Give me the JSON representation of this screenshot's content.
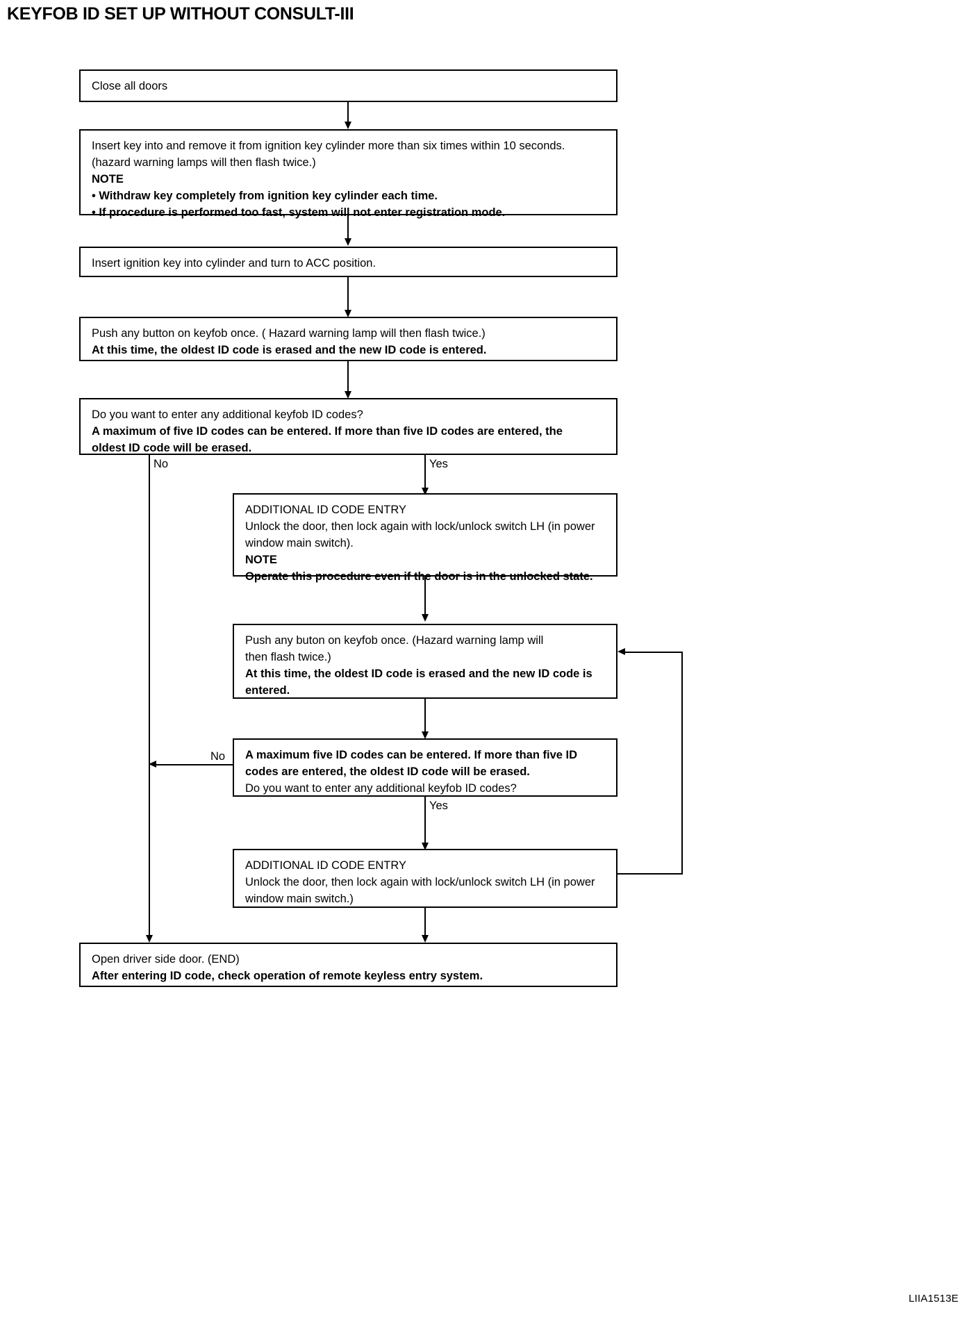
{
  "document": {
    "title": "KEYFOB ID SET UP WITHOUT CONSULT-III",
    "figure_code": "LIIA1513E"
  },
  "flowchart": {
    "type": "flowchart",
    "nodes": [
      {
        "id": "close-doors",
        "lines": [
          {
            "text": "Close all doors",
            "bold": false
          }
        ]
      },
      {
        "id": "insert-remove-key",
        "lines": [
          {
            "text": "Insert key into and remove it from ignition key cylinder more than six times within 10 seconds.",
            "bold": false
          },
          {
            "text": "(hazard warning lamps will then flash twice.)",
            "bold": false
          },
          {
            "text": "NOTE",
            "bold": true
          },
          {
            "text": "• Withdraw key completely from ignition key cylinder each time.",
            "bold": true
          },
          {
            "text": "• If procedure is performed too fast, system will not enter registration mode.",
            "bold": true
          }
        ]
      },
      {
        "id": "turn-acc",
        "lines": [
          {
            "text": "Insert ignition key into cylinder and turn to ACC position.",
            "bold": false
          }
        ]
      },
      {
        "id": "push-button-first",
        "lines": [
          {
            "text": "Push any button on keyfob once. ( Hazard warning lamp will then flash twice.)",
            "bold": false
          },
          {
            "text": "At this time, the oldest ID code is erased and the new ID code is entered.",
            "bold": true
          }
        ]
      },
      {
        "id": "decision-first",
        "lines": [
          {
            "text": "Do you want to enter any additional keyfob ID codes?",
            "bold": false
          },
          {
            "text": "A maximum of five ID codes can be entered. If more than five ID codes are entered, the",
            "bold": true
          },
          {
            "text": "oldest ID code will be erased.",
            "bold": true
          }
        ]
      },
      {
        "id": "additional-entry-first",
        "lines": [
          {
            "text": "ADDITIONAL ID CODE ENTRY",
            "bold": false
          },
          {
            "text": "Unlock the door, then lock again with lock/unlock switch LH (in power",
            "bold": false
          },
          {
            "text": "window main switch).",
            "bold": false
          },
          {
            "text": "NOTE",
            "bold": true
          },
          {
            "text": "Operate this procedure even if the door is in the unlocked state.",
            "bold": true
          }
        ]
      },
      {
        "id": "push-button-second",
        "lines": [
          {
            "text": "Push any buton on keyfob once. (Hazard warning lamp will",
            "bold": false
          },
          {
            "text": "then flash twice.)",
            "bold": false
          },
          {
            "text": "At this time, the oldest ID code is erased and the new ID code is",
            "bold": true
          },
          {
            "text": "entered.",
            "bold": true
          }
        ]
      },
      {
        "id": "decision-second",
        "lines": [
          {
            "text": "A maximum five ID codes can be entered. If more than five ID",
            "bold": true
          },
          {
            "text": "codes are entered, the oldest ID code will be erased.",
            "bold": true
          },
          {
            "text": "Do you want to enter any additional keyfob ID codes?",
            "bold": false
          }
        ]
      },
      {
        "id": "additional-entry-second",
        "lines": [
          {
            "text": "ADDITIONAL ID CODE ENTRY",
            "bold": false
          },
          {
            "text": "Unlock the door, then lock again with lock/unlock switch LH (in power",
            "bold": false
          },
          {
            "text": "window main switch.)",
            "bold": false
          }
        ]
      },
      {
        "id": "end-box",
        "lines": [
          {
            "text": "Open driver side door. (END)",
            "bold": false
          },
          {
            "text": "After entering ID code, check operation of remote keyless entry system.",
            "bold": true
          }
        ]
      }
    ],
    "branch_labels": {
      "first_no": "No",
      "first_yes": "Yes",
      "second_no": "No",
      "second_yes": "Yes"
    }
  }
}
